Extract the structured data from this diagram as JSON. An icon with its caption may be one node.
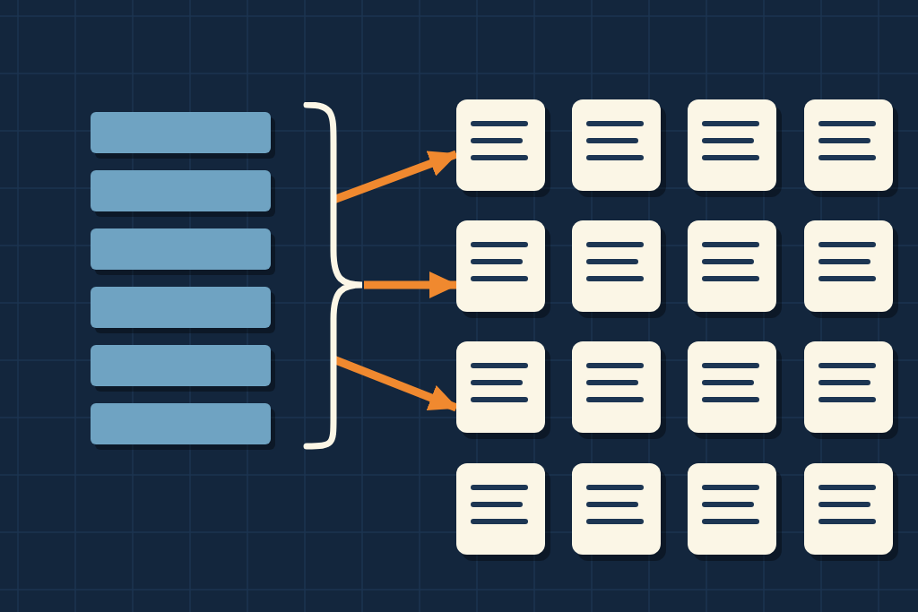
{
  "diagram": {
    "nodes": [
      {
        "text": [],
        "shape": "bar"
      },
      {
        "text": [],
        "shape": "bar"
      },
      {
        "text": [],
        "shape": "bar"
      },
      {
        "text": [],
        "shape": "bar"
      },
      {
        "text": [],
        "shape": "bar"
      },
      {
        "text": [],
        "shape": "bar"
      },
      {
        "text": [],
        "shape": "box"
      },
      {
        "text": [],
        "shape": "box"
      },
      {
        "text": [],
        "shape": "box"
      },
      {
        "text": [],
        "shape": "box"
      },
      {
        "text": [],
        "shape": "box"
      },
      {
        "text": [],
        "shape": "box"
      },
      {
        "text": [],
        "shape": "box"
      },
      {
        "text": [],
        "shape": "box"
      },
      {
        "text": [],
        "shape": "box"
      },
      {
        "text": [],
        "shape": "box"
      },
      {
        "text": [],
        "shape": "box"
      },
      {
        "text": [],
        "shape": "box"
      },
      {
        "text": [],
        "shape": "box"
      },
      {
        "text": [],
        "shape": "box"
      },
      {
        "text": [],
        "shape": "box"
      },
      {
        "text": [],
        "shape": "box"
      },
      {
        "text": [],
        "shape": "bracket"
      }
    ],
    "edges": [
      {
        "from": 22,
        "to": 6,
        "arrow": "to"
      },
      {
        "from": 22,
        "to": 10,
        "arrow": "to"
      },
      {
        "from": 22,
        "to": 14,
        "arrow": "to"
      }
    ]
  }
}
